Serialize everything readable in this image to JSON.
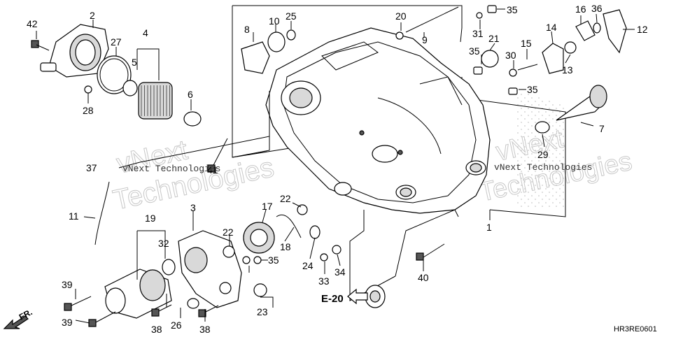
{
  "diagram": {
    "code": "HR3RE0601",
    "ref_label": "E-20",
    "fr_label": "FR.",
    "watermark_main": "vNext Technologies",
    "watermark_outline_1": "vNext",
    "watermark_outline_2": "Technologies",
    "callouts": [
      "1",
      "2",
      "3",
      "4",
      "5",
      "6",
      "7",
      "8",
      "9",
      "10",
      "11",
      "12",
      "13",
      "14",
      "15",
      "16",
      "17",
      "18",
      "19",
      "20",
      "21",
      "22",
      "22",
      "23",
      "24",
      "25",
      "26",
      "27",
      "28",
      "29",
      "30",
      "31",
      "32",
      "33",
      "34",
      "35",
      "35",
      "35",
      "35",
      "36",
      "37",
      "38",
      "38",
      "39",
      "39",
      "40",
      "41",
      "42"
    ]
  }
}
